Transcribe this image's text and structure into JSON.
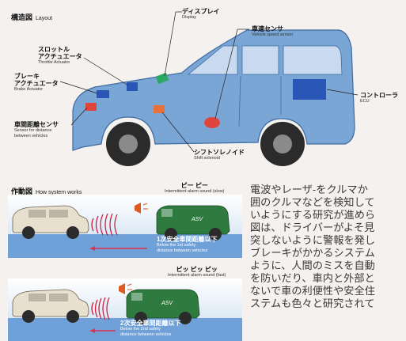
{
  "layout_diagram": {
    "title_jp": "構造図",
    "title_en": "Layout",
    "labels": {
      "display": {
        "jp": "ディスプレイ",
        "en": "Display"
      },
      "speed_sensor": {
        "jp": "車速センサ",
        "en": "Vehicle speed sensor"
      },
      "throttle": {
        "jp_line1": "スロットル",
        "jp_line2": "アクチュエータ",
        "en": "Throttle Actuator"
      },
      "brake": {
        "jp_line1": "ブレーキ",
        "jp_line2": "アクチュエータ",
        "en": "Brake Actuator"
      },
      "distance_sensor": {
        "jp": "車間距離センサ",
        "en_line1": "Sensor for distance",
        "en_line2": "between vehicles"
      },
      "controller": {
        "jp": "コントローラ",
        "en": "ECU"
      },
      "shift": {
        "jp": "シフトソレノイド",
        "en": "Shift solenoid"
      }
    },
    "colors": {
      "car_body": "#7aa6d6",
      "window": "#c9daf0",
      "ecu": "#2a56b8",
      "red_part": "#e0443a",
      "orange_part": "#e8703a",
      "green_part": "#2aa864"
    }
  },
  "operation_diagram": {
    "title_jp": "作動図",
    "title_en": "How system works",
    "panel1": {
      "sound_jp": "ピー ピー",
      "sound_en": "Intermittent alarm sound (slow)",
      "car_logo": "ASV",
      "distance_jp": "1次安全車間距離以下",
      "distance_en_line1": "Below the 1st safety",
      "distance_en_line2": "distance between vehicles"
    },
    "panel2": {
      "sound_jp": "ピッ ピッ ピッ",
      "sound_en": "Intermittent alarm sound (fast)",
      "car_logo": "ASV",
      "distance_jp": "2次安全車間距離以下",
      "distance_en_line1": "Below the 2nd safety",
      "distance_en_line2": "distance between vehicles"
    }
  },
  "body_text": [
    "電波やレーザ-をクルマか",
    "囲のクルマなどを検知して",
    "いようにする研究が進めら",
    "図は、ドライバーがよそ見",
    "突しないように警報を発し",
    "ブレーキがかかるシステム",
    "ように、人間のミスを自動",
    "を防いだり、車内と外部と",
    "ないで車の利便性や安全住",
    "ステムも色々と研究されて"
  ]
}
